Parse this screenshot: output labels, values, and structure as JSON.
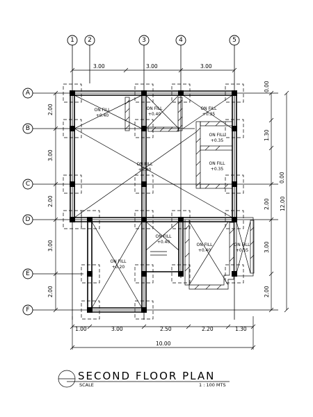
{
  "grid": {
    "cols": [
      "1",
      "2",
      "3",
      "4",
      "5"
    ],
    "rows": [
      "A",
      "B",
      "C",
      "D",
      "E",
      "F"
    ]
  },
  "dims": {
    "top": [
      "3.00",
      "3.00",
      "3.00"
    ],
    "left": [
      "2.00",
      "3.00",
      "2.00",
      "3.00",
      "2.00"
    ],
    "right": [
      "0.00",
      "1.30",
      "0.00",
      "2.00",
      "3.00",
      "2.00"
    ],
    "overall_right": "12.00",
    "bottom": [
      "1.00",
      "3.00",
      "2.50",
      "2.20",
      "1.30"
    ],
    "overall_bottom": "10.00"
  },
  "fills": [
    {
      "l1": "ON FILL",
      "l2": "+0.40"
    },
    {
      "l1": "ON FILL",
      "l2": "+0.40"
    },
    {
      "l1": "ON FILL",
      "l2": "+0.35"
    },
    {
      "l1": "ON FILL",
      "l2": "+0.35"
    },
    {
      "l1": "ON FILL",
      "l2": "+0.35"
    },
    {
      "l1": "ON FILL",
      "l2": "+0.40"
    },
    {
      "l1": "ON FILL",
      "l2": "+0.40"
    },
    {
      "l1": "ON FILL",
      "l2": "+0.40"
    },
    {
      "l1": "ON FILL",
      "l2": "+0.35"
    },
    {
      "l1": "ON FILL",
      "l2": "+0.20"
    }
  ],
  "title": "SECOND FLOOR PLAN",
  "scale_label": "SCALE",
  "scale_value": "1 : 100 MTS"
}
